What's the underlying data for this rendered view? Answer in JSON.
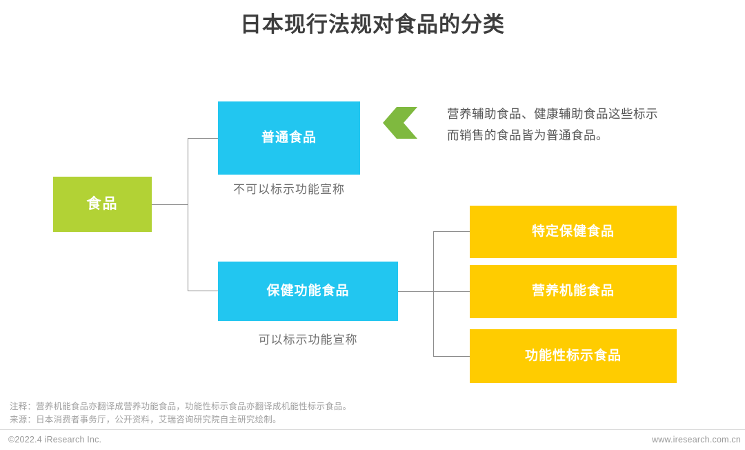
{
  "title": "日本现行法规对食品的分类",
  "colors": {
    "green": "#b2d235",
    "blue": "#22c6f0",
    "yellow": "#ffcc00",
    "arrow_green": "#7fb93f",
    "title_text": "#3d3d3d",
    "line": "#8c8c8c",
    "caption_text": "#6f6f6f",
    "footer_text": "#9a9a9a"
  },
  "diagram": {
    "root": {
      "label": "食品"
    },
    "level2": [
      {
        "label": "普通食品",
        "caption": "不可以标示功能宣称"
      },
      {
        "label": "保健功能食品",
        "caption": "可以标示功能宣称"
      }
    ],
    "level3": [
      {
        "label": "特定保健食品"
      },
      {
        "label": "营养机能食品"
      },
      {
        "label": "功能性标示食品"
      }
    ]
  },
  "annotation": {
    "icon": "left-chevron-arrow-icon",
    "line1": "营养辅助食品、健康辅助食品这些标示",
    "line2": "而销售的食品皆为普通食品。"
  },
  "footer": {
    "note": "注释：营养机能食品亦翻译成营养功能食品，功能性标示食品亦翻译成机能性标示食品。",
    "source": "来源：日本消费者事务厅，公开资料，艾瑞咨询研究院自主研究绘制。",
    "copyright": "©2022.4 iResearch Inc.",
    "url": "www.iresearch.com.cn"
  }
}
